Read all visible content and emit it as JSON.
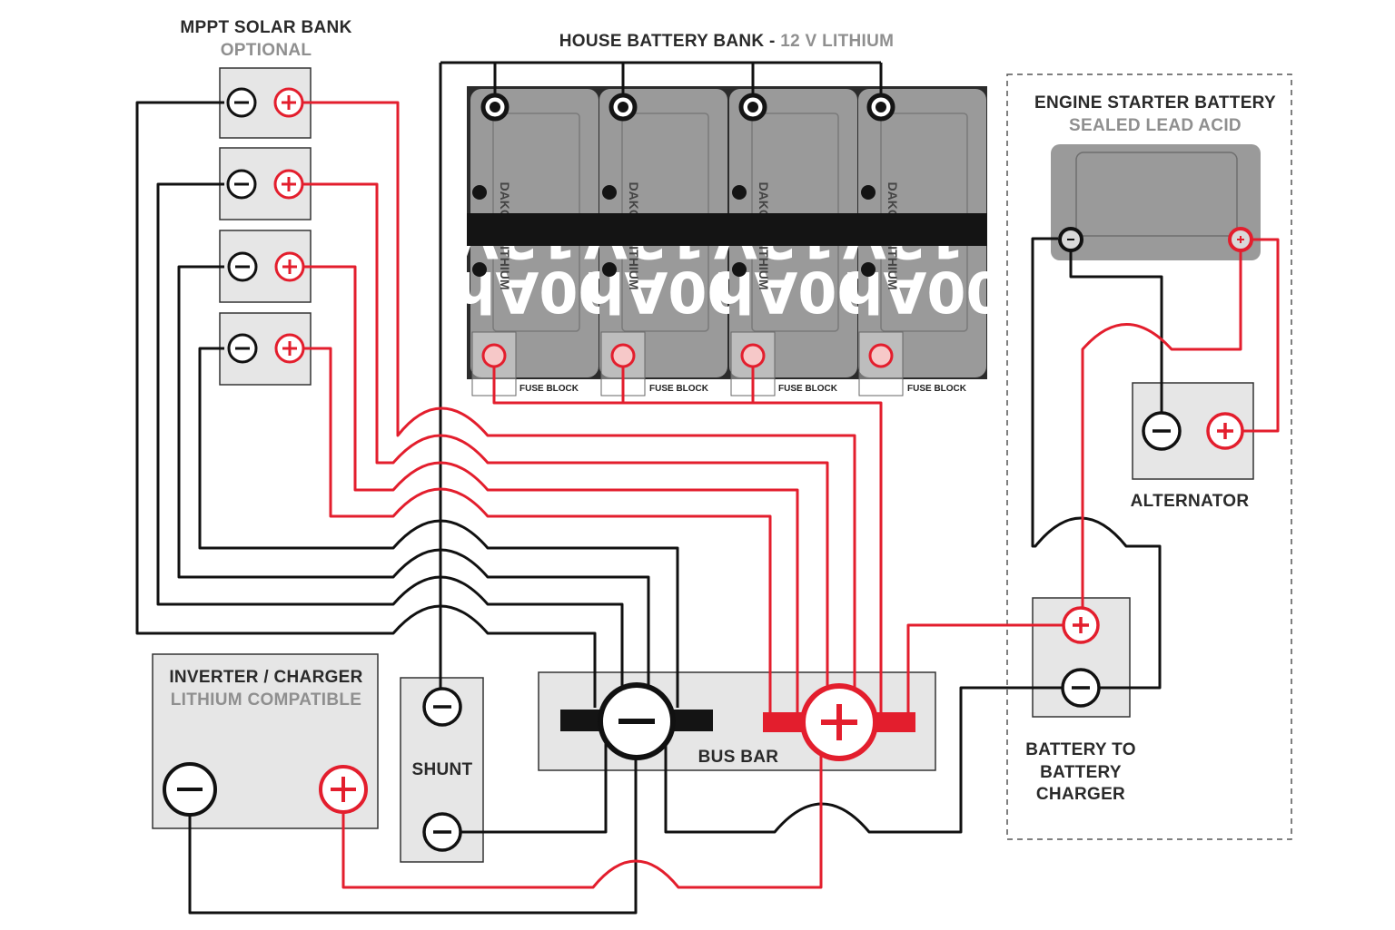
{
  "solar": {
    "title": "MPPT  SOLAR BANK",
    "subtitle": "OPTIONAL"
  },
  "house": {
    "title": "HOUSE BATTERY BANK - ",
    "subtitle": "12 V LITHIUM",
    "battery_brand": "DAKOTA LITHIUM",
    "battery_voltage": "12V",
    "battery_capacity": "100Ah",
    "fuse_label": "FUSE BLOCK"
  },
  "starter": {
    "title": "ENGINE STARTER BATTERY",
    "subtitle": "SEALED LEAD ACID"
  },
  "alternator": {
    "label": "ALTERNATOR"
  },
  "inverter": {
    "title": "INVERTER / CHARGER",
    "subtitle": "LITHIUM COMPATIBLE"
  },
  "shunt": {
    "label": "SHUNT"
  },
  "busbar": {
    "label": "BUS BAR"
  },
  "b2b": {
    "line1": "BATTERY TO",
    "line2": "BATTERY",
    "line3": "CHARGER"
  },
  "colors": {
    "positive": "#e31e2d",
    "negative": "#111111",
    "panel": "#e6e6e6",
    "battery": "#9a9a9a",
    "label_gray": "#8f8f8f"
  }
}
